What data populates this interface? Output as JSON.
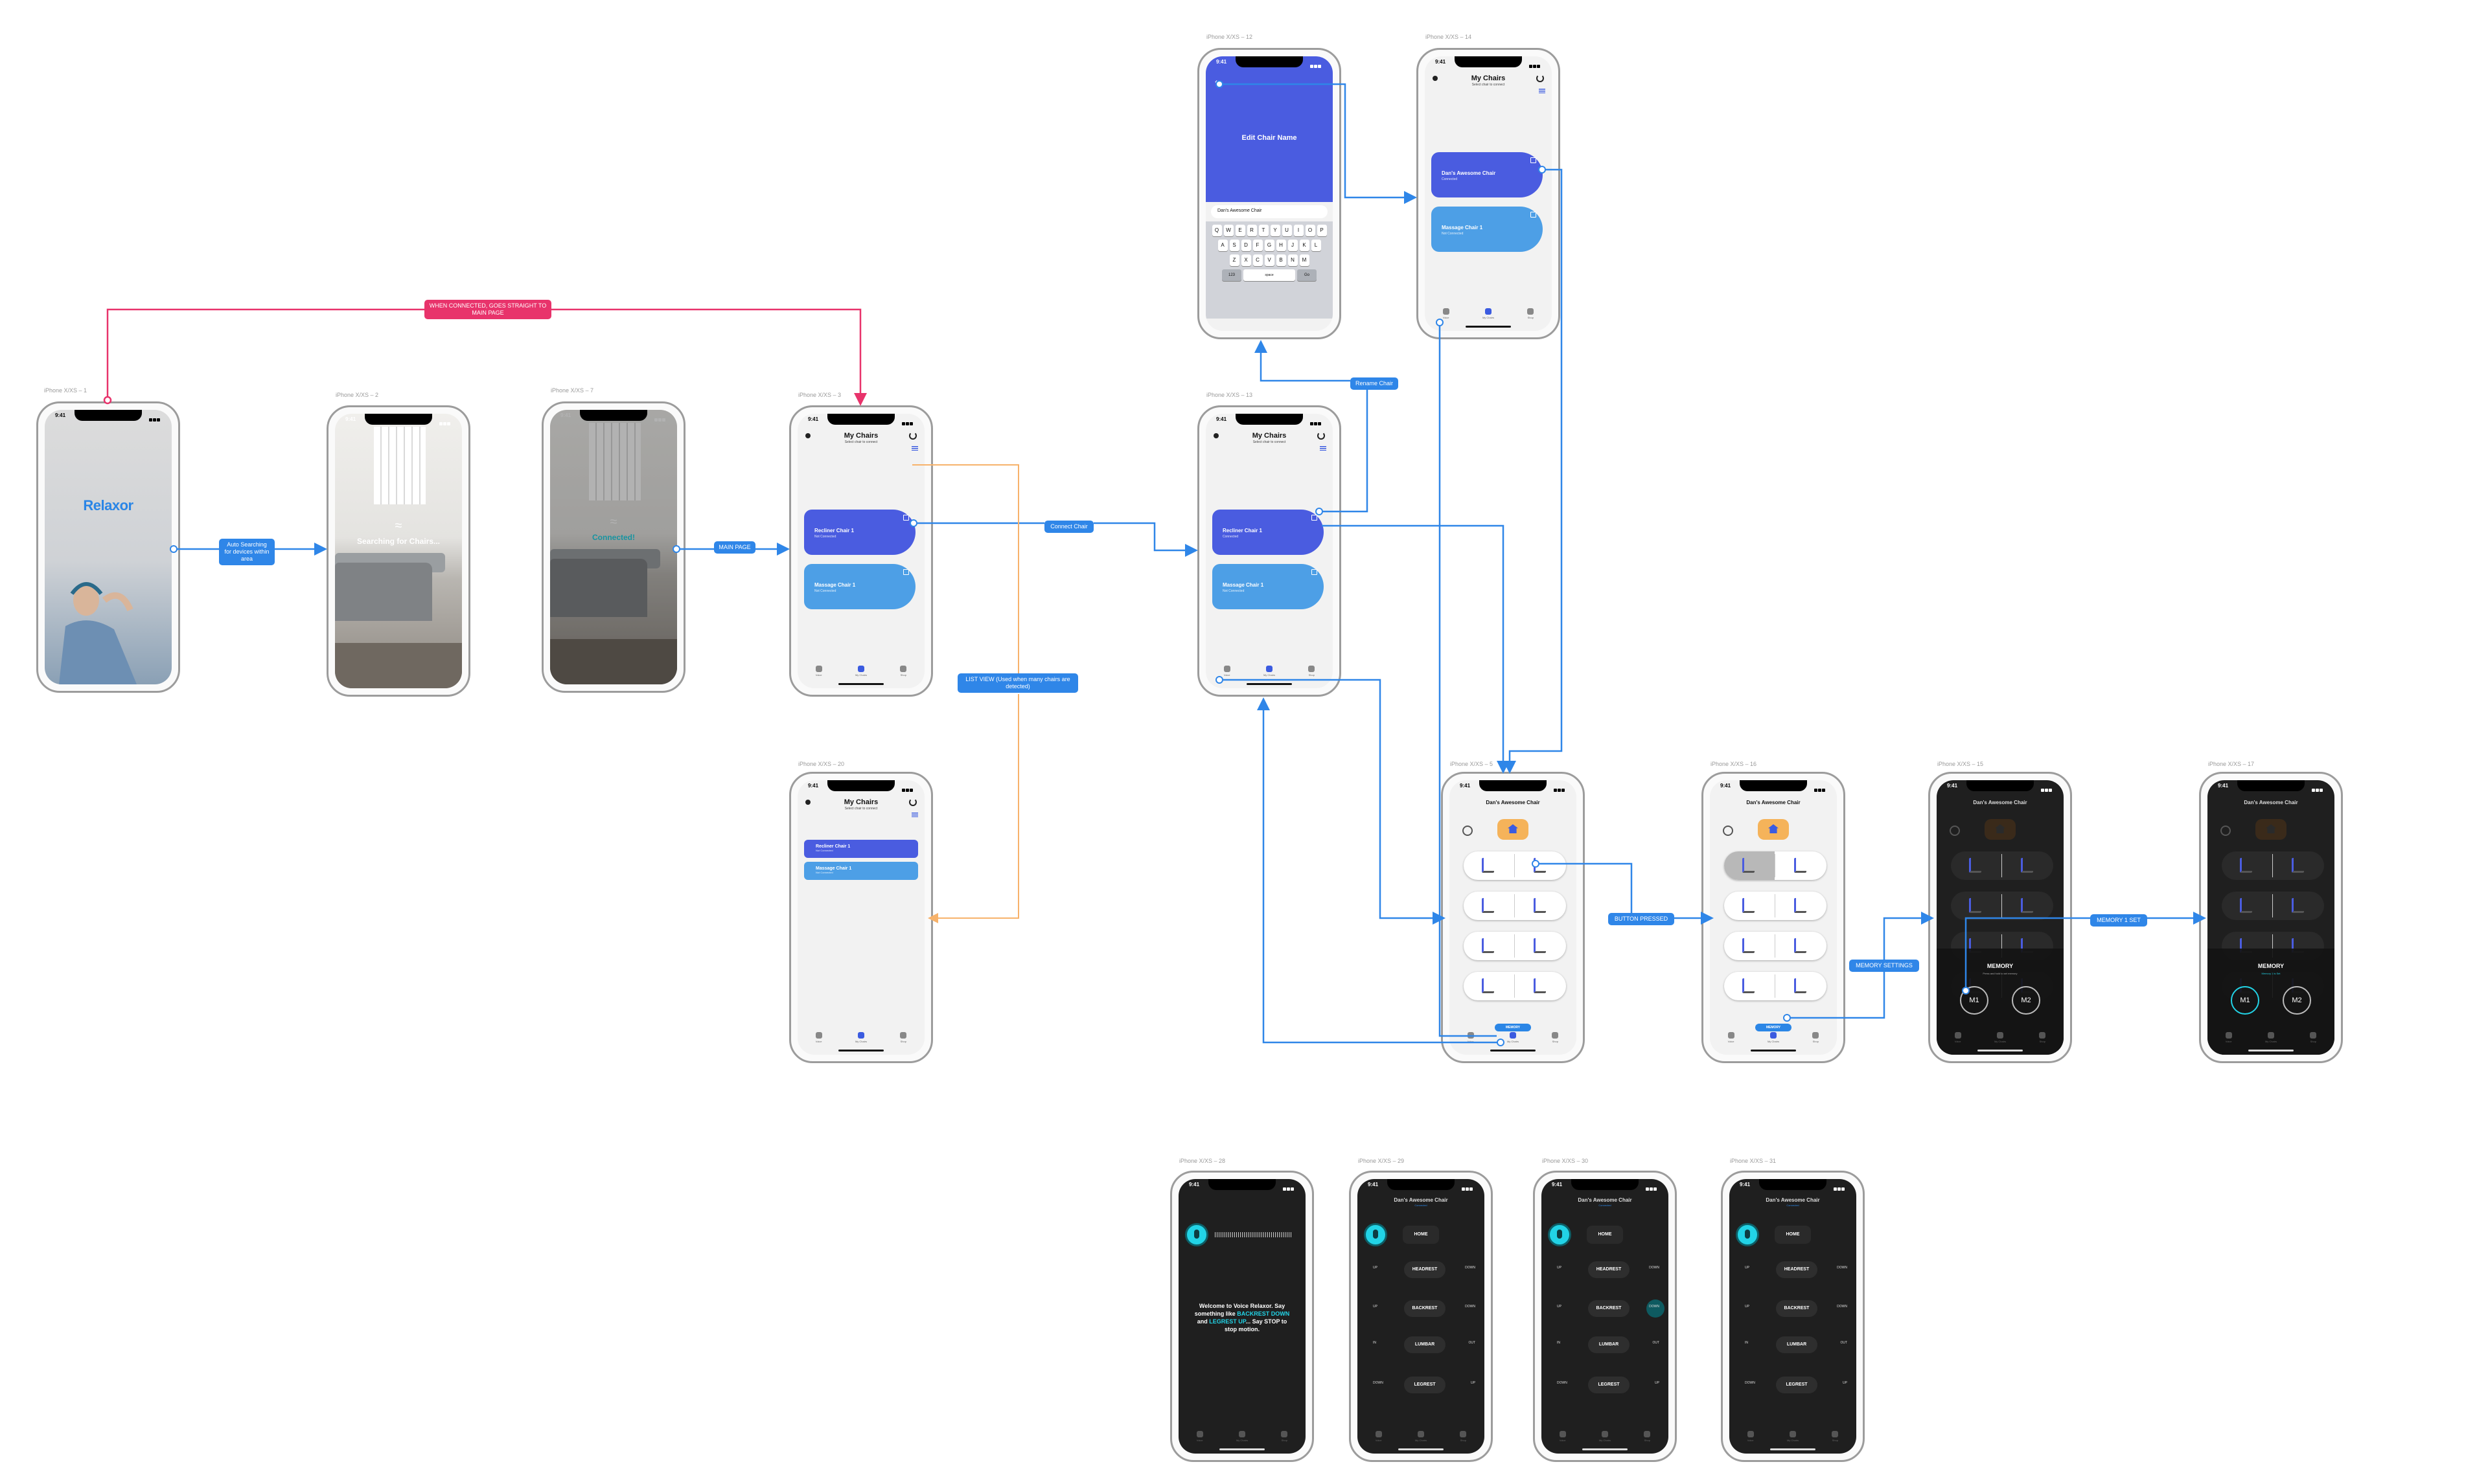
{
  "frame_labels": {
    "f1": "iPhone X/XS – 1",
    "f2": "iPhone X/XS – 2",
    "f7": "iPhone X/XS – 7",
    "f3": "iPhone X/XS – 3",
    "f20": "iPhone X/XS – 20",
    "f13": "iPhone X/XS – 13",
    "f12": "iPhone X/XS – 12",
    "f14": "iPhone X/XS – 14",
    "f5": "iPhone X/XS – 5",
    "f16": "iPhone X/XS – 16",
    "f15": "iPhone X/XS – 15",
    "f17": "iPhone X/XS – 17",
    "f28": "iPhone X/XS – 28",
    "f29": "iPhone X/XS – 29",
    "f30": "iPhone X/XS – 30",
    "f31": "iPhone X/XS – 31"
  },
  "status_time": "9:41",
  "splash": {
    "logo": "Relaxor"
  },
  "searching": {
    "text": "Searching for Chairs..."
  },
  "connected": {
    "text": "Connected!"
  },
  "my_chairs": {
    "title": "My Chairs",
    "subtitle": "Select chair to connect",
    "chair1": "Recliner Chair 1",
    "chair1_status": "Not Connected",
    "chair1_status_connected": "Connected",
    "chair2": "Massage Chair 1",
    "chair2_status": "Not Connected",
    "renamed": "Dan's Awesome Chair"
  },
  "tabs": {
    "voice": "Voice",
    "chairs": "My Chairs",
    "shop": "Shop"
  },
  "edit_name": {
    "title": "Edit Chair Name",
    "value": "Dan's Awesome Chair",
    "row1": [
      "Q",
      "W",
      "E",
      "R",
      "T",
      "Y",
      "U",
      "I",
      "O",
      "P"
    ],
    "row2": [
      "A",
      "S",
      "D",
      "F",
      "G",
      "H",
      "J",
      "K",
      "L"
    ],
    "row3": [
      "Z",
      "X",
      "C",
      "V",
      "B",
      "N",
      "M"
    ],
    "num": "123",
    "space": "space",
    "go": "Go"
  },
  "control": {
    "title": "Dan's Awesome Chair",
    "memory": "MEMORY",
    "memory_hint": "Press and hold to set memory",
    "memory_set": "Memory 1 is Set",
    "m1": "M1",
    "m2": "M2"
  },
  "voice": {
    "title": "Dan's Awesome Chair",
    "status": "Connected",
    "home": "HOME",
    "up": "UP",
    "down": "DOWN",
    "in": "IN",
    "out": "OUT",
    "headrest": "HEADREST",
    "backrest": "BACKREST",
    "lumbar": "LUMBAR",
    "legrest": "LEGREST",
    "welcome_1": "Welcome to Voice Relaxor. Say something like",
    "welcome_hl1": "BACKREST DOWN",
    "welcome_and": "and",
    "welcome_hl2": "LEGREST UP",
    "welcome_2": "... Say STOP to stop motion."
  },
  "annotations": {
    "when_connected": "WHEN CONNECTED, GOES STRAIGHT TO MAIN PAGE",
    "auto_search": "Auto Searching for devices within area",
    "main_page": "MAIN PAGE",
    "connect_chair": "Connect Chair",
    "list_view": "LIST VIEW (Used when many chairs are detected)",
    "rename_chair": "Rename Chair",
    "button_pressed": "BUTTON PRESSED",
    "memory_settings": "MEMORY SETTINGS",
    "memory_set": "MEMORY 1 SET"
  },
  "colors": {
    "flow": "#2f86e8",
    "pink": "#e8336b",
    "orange": "#f7b26a",
    "primary": "#4a5ce0",
    "secondary": "#4d9fe6",
    "cyan": "#22d3e6"
  }
}
